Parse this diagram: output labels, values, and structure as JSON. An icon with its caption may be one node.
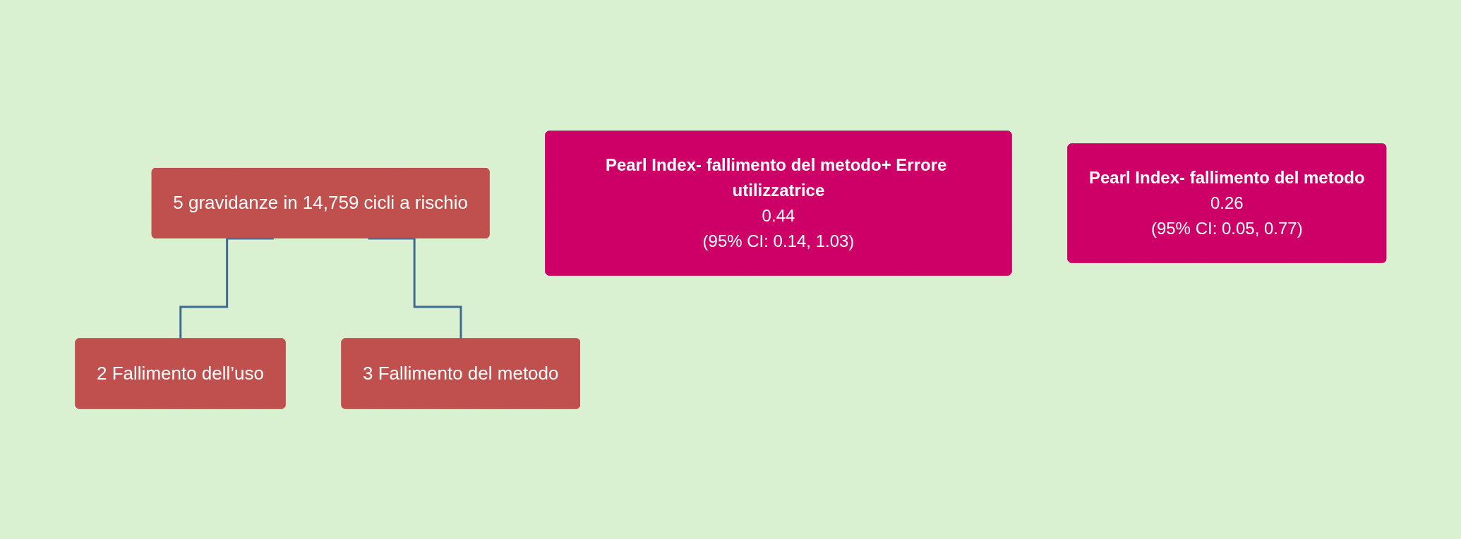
{
  "diagram": {
    "nodes": [
      {
        "text": [
          "5 gravidanze in 14,759 cicli a rischio"
        ]
      },
      {
        "text": [
          "2 Fallimento dell’uso"
        ]
      },
      {
        "text": [
          "3 Fallimento del metodo"
        ]
      },
      {
        "text": [
          "Pearl Index- fallimento del metodo+ Errore utilizzatrice",
          "0.44",
          "(95% CI: 0.14, 1.03)"
        ]
      },
      {
        "text": [
          "Pearl Index- fallimento del metodo",
          "0.26",
          "(95% CI: 0.05, 0.77)"
        ]
      }
    ],
    "edges": [
      {
        "from": 0,
        "to": 1,
        "arrow": "none"
      },
      {
        "from": 0,
        "to": 2,
        "arrow": "none"
      }
    ]
  }
}
